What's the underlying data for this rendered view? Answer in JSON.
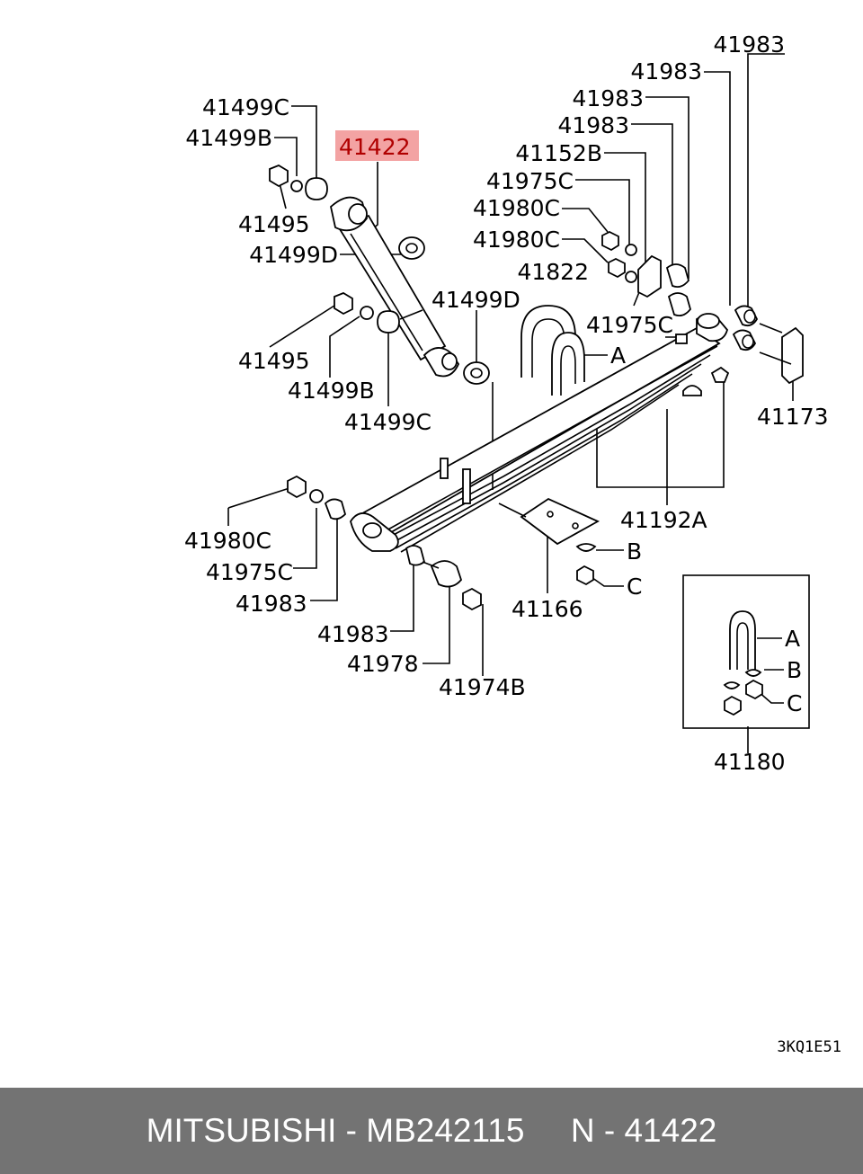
{
  "highlight_color": "#f3a3a3",
  "callouts": {
    "c41983_a": "41983",
    "c41983_b": "41983",
    "c41983_c": "41983",
    "c41983_d": "41983",
    "c41152B": "41152B",
    "c41975C_a": "41975C",
    "c41980C_a": "41980C",
    "c41980C_b": "41980C",
    "c41822": "41822",
    "c41975C_b": "41975C",
    "cA_top": "A",
    "c41499C_a": "41499C",
    "c41499B_a": "41499B",
    "c41422": "41422",
    "c41495_a": "41495",
    "c41499D_a": "41499D",
    "c41495_b": "41495",
    "c41499B_b": "41499B",
    "c41499C_b": "41499C",
    "c41499D_b": "41499D",
    "c41173": "41173",
    "c41192A": "41192A",
    "c41980C_c": "41980C",
    "c41975C_c": "41975C",
    "c41983_e": "41983",
    "cB_mid": "B",
    "cC_mid": "C",
    "c41166": "41166",
    "c41983_f": "41983",
    "c41978": "41978",
    "c41974B": "41974B",
    "cA_box": "A",
    "cB_box": "B",
    "cC_box": "C",
    "c41180": "41180"
  },
  "diagram_code": "3KQ1E51",
  "footer": {
    "brand_part": "MITSUBISHI - MB242115",
    "ref": "N - 41422"
  }
}
